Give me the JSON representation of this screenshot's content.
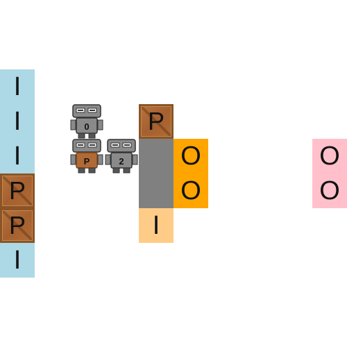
{
  "board": {
    "columns": [
      {
        "name": "left-rail",
        "color": "#add8e6"
      },
      {
        "name": "orange-block",
        "color": "#ffa500"
      },
      {
        "name": "pink-block",
        "color": "#ffc0cb"
      },
      {
        "name": "gray-block",
        "color": "#808080"
      },
      {
        "name": "peach-block",
        "color": "#ffcc88"
      }
    ]
  },
  "left_rail": {
    "letters": [
      "I",
      "I",
      "I",
      "P",
      "P",
      "I"
    ]
  },
  "crates": {
    "top": "P",
    "rail_1": "P",
    "rail_2": "P"
  },
  "orange": {
    "letters": [
      "O",
      "O"
    ]
  },
  "pink": {
    "letters": [
      "O",
      "O"
    ]
  },
  "peach": {
    "letter": "I"
  },
  "robots": [
    {
      "label": "0"
    },
    {
      "label": "P"
    },
    {
      "label": "2"
    }
  ]
}
